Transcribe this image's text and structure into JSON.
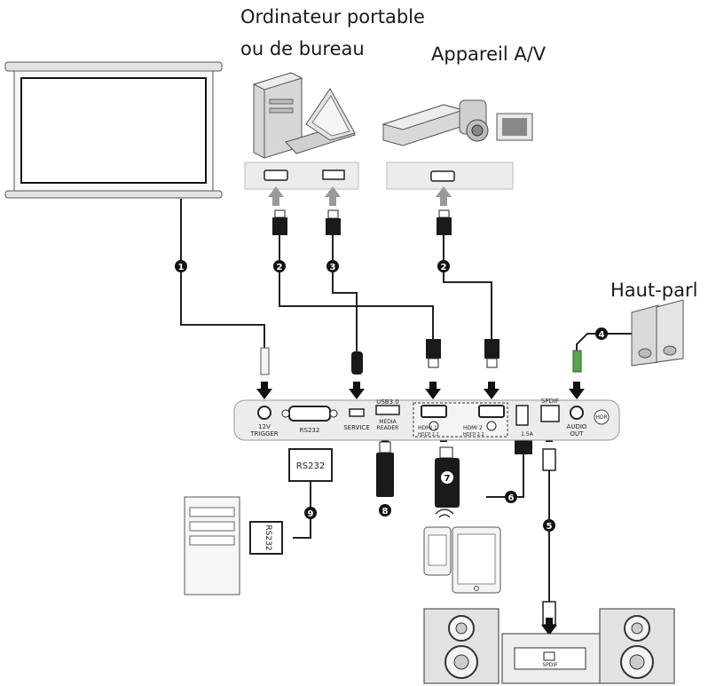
{
  "labels": {
    "computer": "Ordinateur portable",
    "computer_line2": "ou de bureau",
    "av_device": "Appareil A/V",
    "speakers": "Haut-parl"
  },
  "ports": {
    "trigger": "12V",
    "trigger2": "TRIGGER",
    "service": "SERVICE",
    "usb30": "USB3.0",
    "media": "MEDIA",
    "reader": "READER",
    "hdmi1": "HDMI 1",
    "hdmi2": "HDMI 2",
    "hdcp": "HDCP 2.2",
    "usb_power": "1.5A",
    "spdif": "SPDIF",
    "audio_out": "AUDIO",
    "audio_out2": "OUT",
    "hdr": "HDR",
    "rs232_top": "RS232",
    "rs232_side": "RS232",
    "rs232_port": "RS232",
    "spdif_receiver": "SPDIF"
  },
  "callouts": [
    "1",
    "2",
    "3",
    "2",
    "4",
    "5",
    "6",
    "7",
    "8",
    "9"
  ],
  "colors": {
    "cable": "#222222",
    "plug": "#1a1a1a",
    "arrow_gray": "#999999",
    "panel": "#ececec"
  }
}
